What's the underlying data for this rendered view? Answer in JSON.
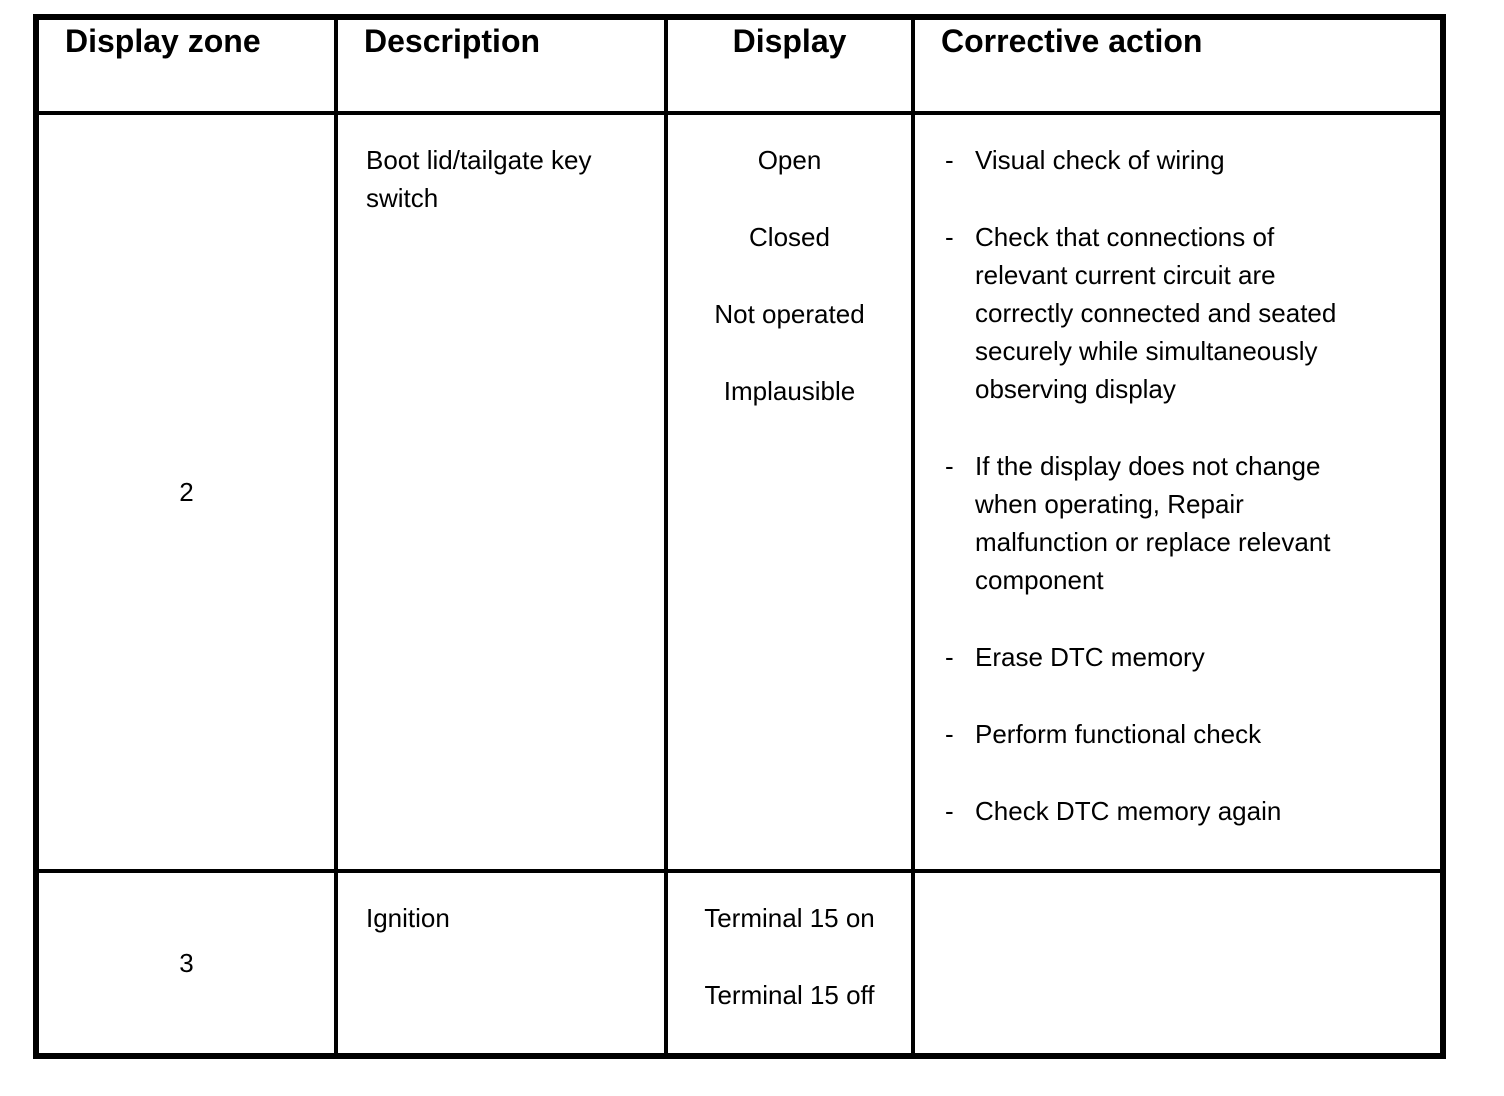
{
  "page": {
    "background_color": "#ffffff",
    "text_color": "#000000",
    "border_color": "#000000"
  },
  "table": {
    "headers": [
      "Display zone",
      "Description",
      "Display",
      "Corrective action"
    ],
    "bullet": "-",
    "rows": [
      {
        "zone": "2",
        "description": "Boot lid/tailgate key\nswitch",
        "display": [
          "Open",
          "Closed",
          "Not operated",
          "Implausible"
        ],
        "actions": [
          "Visual check of wiring",
          "Check that connections of\nrelevant current circuit are\ncorrectly connected and seated\nsecurely while simultaneously\nobserving display",
          "If the display does not change\nwhen operating, Repair\nmalfunction or replace relevant\ncomponent",
          "Erase DTC memory",
          "Perform functional check",
          "Check DTC memory again"
        ]
      },
      {
        "zone": "3",
        "description": "Ignition",
        "display": [
          "Terminal 15 on",
          "Terminal 15 off"
        ],
        "actions": []
      }
    ]
  }
}
